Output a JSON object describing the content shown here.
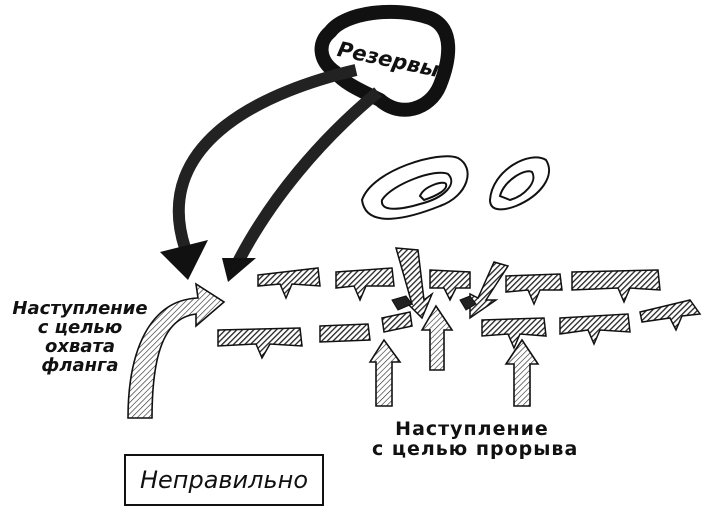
{
  "labels": {
    "reserves": "Резервы",
    "flank_attack": [
      "Наступление",
      "с целью",
      "охвата",
      "фланга"
    ],
    "breakthrough_attack": [
      "Наступление",
      "с целью прорыва"
    ],
    "verdict": "Неправильно"
  }
}
